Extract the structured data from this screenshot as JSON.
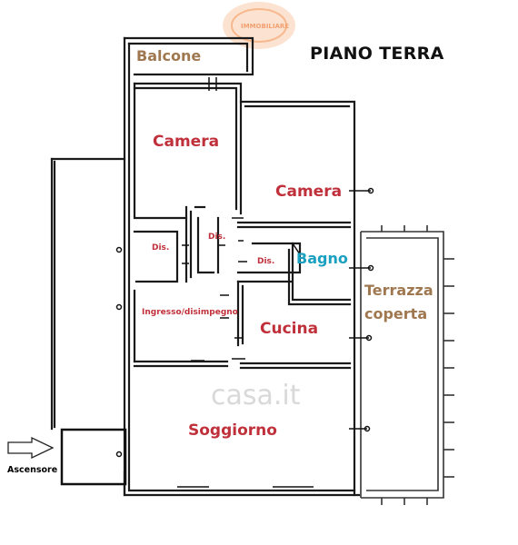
{
  "title": "PIANO TERRA",
  "rooms": {
    "balcone": "Balcone",
    "camera_left": "Camera",
    "camera_right": "Camera",
    "dis_left": "Dis.",
    "dis_center": "Dis.",
    "dis_bagno": "Dis.",
    "bagno": "Bagno",
    "ingresso": "Ingresso/disimpegno",
    "cucina": "Cucina",
    "soggiorno": "Soggiorno",
    "terrazza_1": "Terrazza",
    "terrazza_2": "coperta"
  },
  "ascensore": "Ascensore",
  "watermark": "casa.it",
  "logo": "IMMOBILIARE",
  "colors": {
    "room_red": "#c0303a",
    "room_brown": "#a07850",
    "room_blue": "#1aa0c0",
    "wall": "#1a1a1a",
    "logo": "#f7b07a"
  }
}
